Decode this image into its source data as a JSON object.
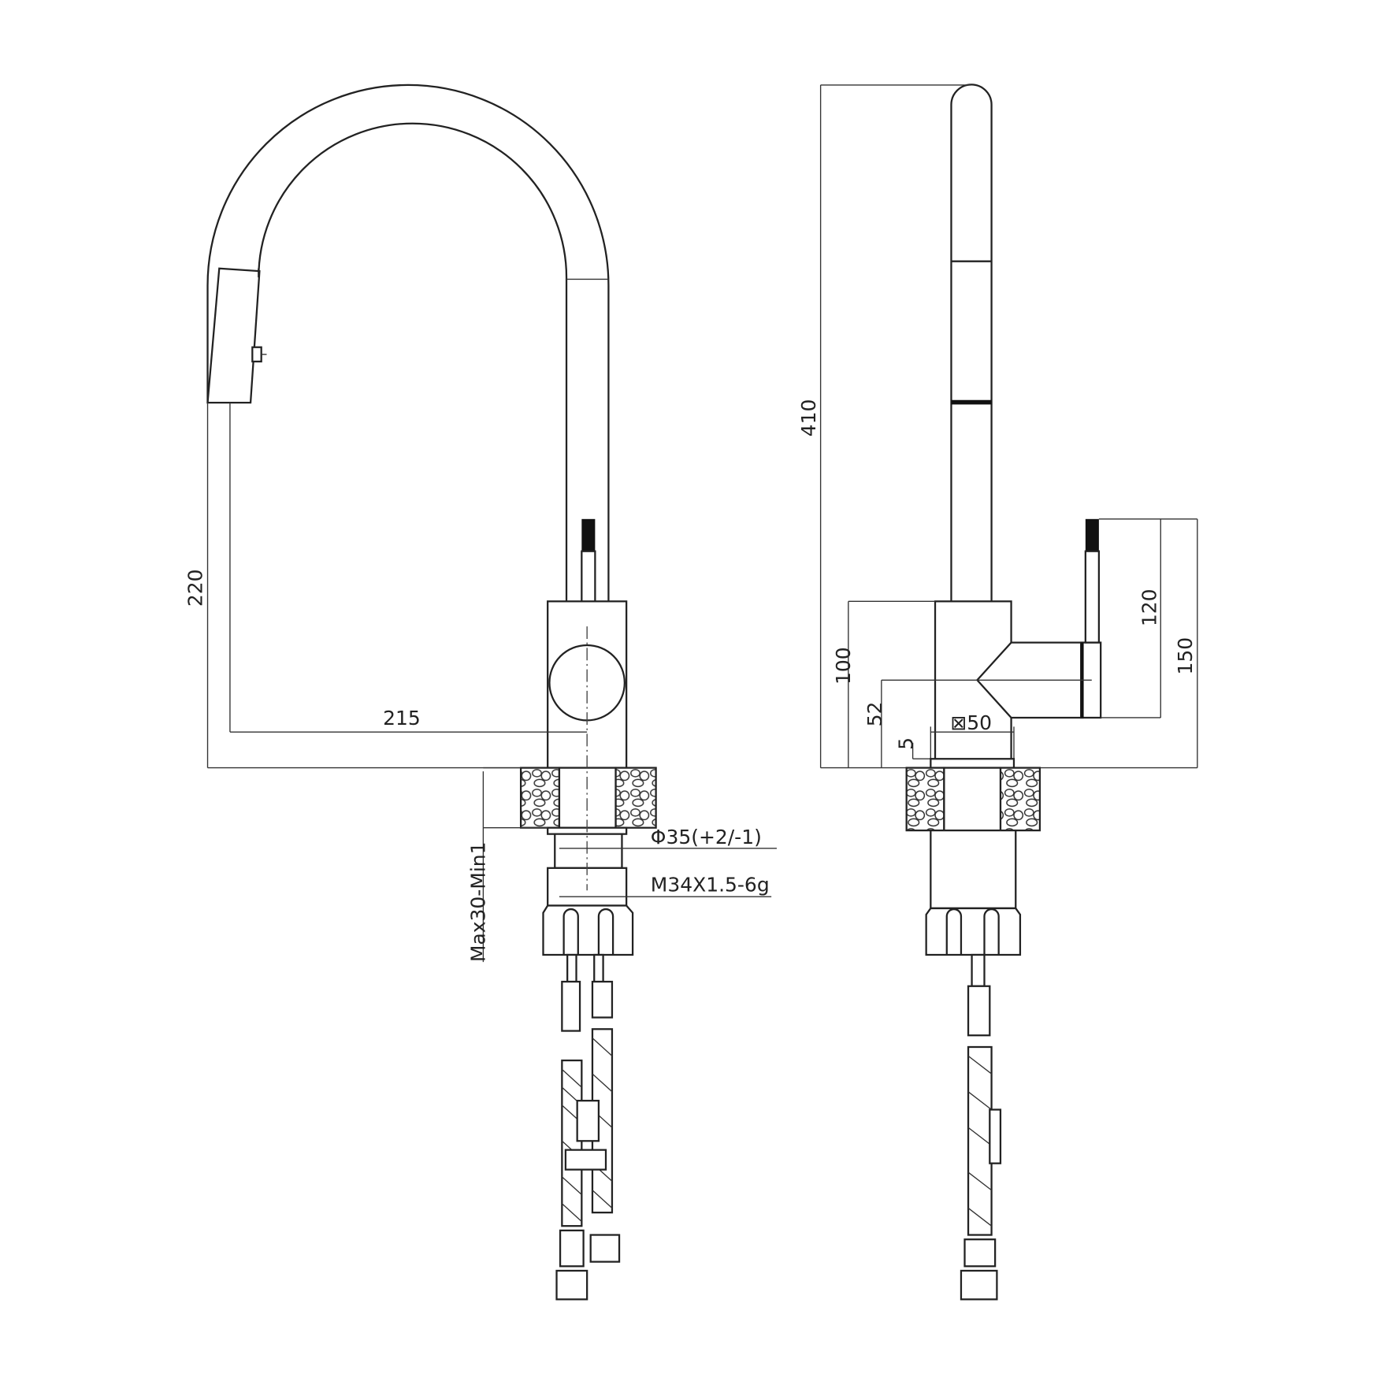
{
  "front_view": {
    "dim_height_spout": "220",
    "dim_reach": "215",
    "dim_deck_thickness": "Max30-Min1",
    "dim_hole_diameter": "Φ35(+2/-1)",
    "dim_thread": "M34X1.5-6g"
  },
  "side_view": {
    "dim_total_height": "410",
    "dim_body_height": "100",
    "dim_lever_axis": "52",
    "dim_base_plate": "5",
    "dim_body_square": "⊠50",
    "dim_handle_120": "120",
    "dim_handle_150": "150"
  }
}
